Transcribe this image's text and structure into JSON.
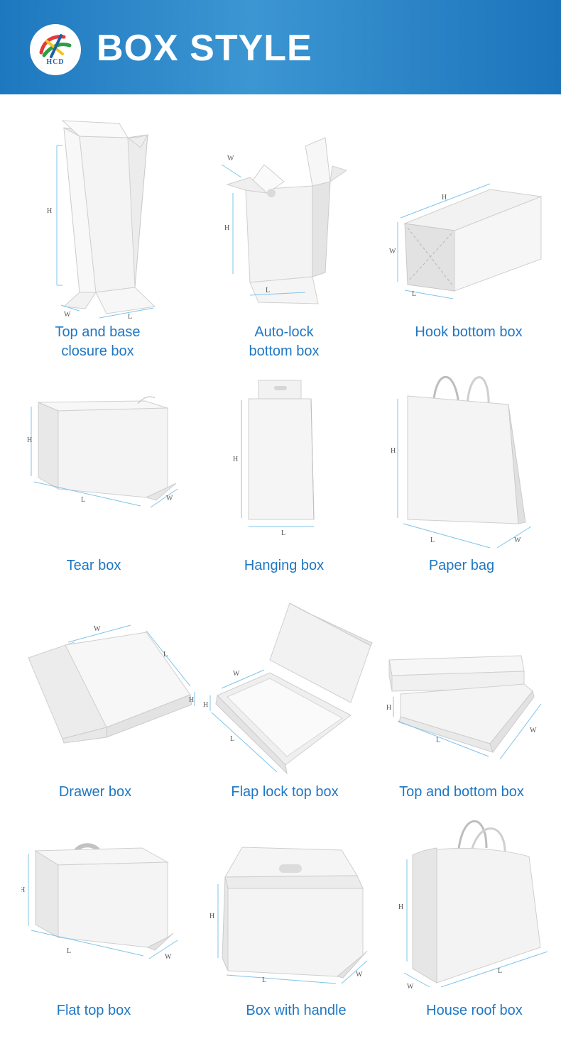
{
  "header": {
    "title": "BOX STYLE",
    "logo_text": "HCD",
    "colors": {
      "banner": "#2a86c8",
      "caption": "#1f77c4",
      "dimension_line": "#7fc4ea"
    }
  },
  "box_styles": [
    {
      "caption": "Top and base\nclosure box",
      "icon": "top-and-base-closure-box-illustration"
    },
    {
      "caption": "Auto-lock\nbottom box",
      "icon": "auto-lock-bottom-box-illustration"
    },
    {
      "caption": "Hook bottom box",
      "icon": "hook-bottom-box-illustration"
    },
    {
      "caption": "Tear box",
      "icon": "tear-box-illustration"
    },
    {
      "caption": "Hanging box",
      "icon": "hanging-box-illustration"
    },
    {
      "caption": "Paper bag",
      "icon": "paper-bag-illustration"
    },
    {
      "caption": "Drawer box",
      "icon": "drawer-box-illustration"
    },
    {
      "caption": "Flap lock top box",
      "icon": "flap-lock-top-box-illustration"
    },
    {
      "caption": "Top and bottom box",
      "icon": "top-and-bottom-box-illustration"
    },
    {
      "caption": "Flat top box",
      "icon": "flat-top-box-illustration"
    },
    {
      "caption": "Box with handle",
      "icon": "box-with-handle-illustration"
    },
    {
      "caption": "House roof box",
      "icon": "house-roof-box-illustration"
    }
  ],
  "dimension_labels": {
    "height": "H",
    "length": "L",
    "width": "W"
  }
}
